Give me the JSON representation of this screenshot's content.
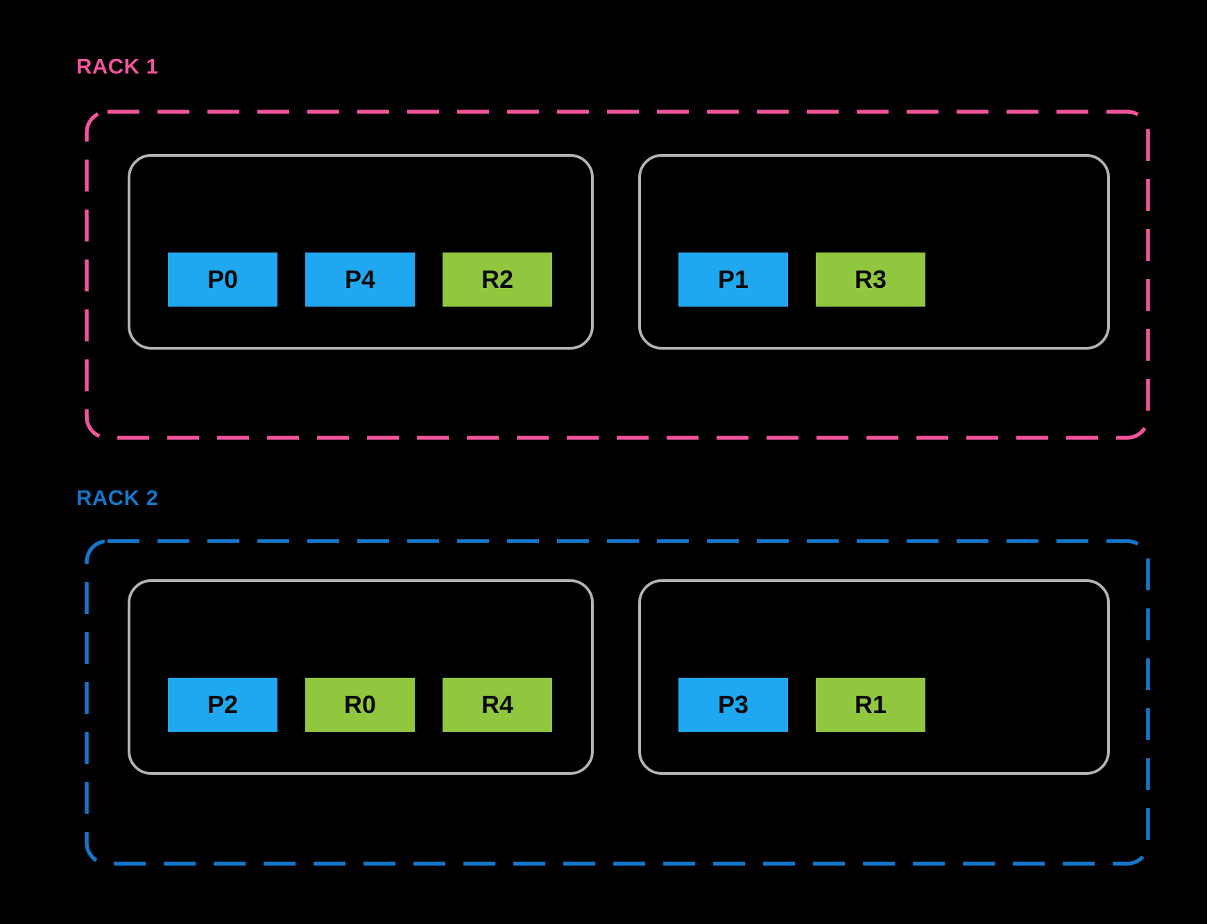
{
  "racks": [
    {
      "label": "RACK 1",
      "accent_color": "#F2549C",
      "hosts": [
        {
          "slots": [
            {
              "label": "P0",
              "kind": "primary"
            },
            {
              "label": "P4",
              "kind": "primary"
            },
            {
              "label": "R2",
              "kind": "replica"
            }
          ]
        },
        {
          "slots": [
            {
              "label": "P1",
              "kind": "primary"
            },
            {
              "label": "R3",
              "kind": "replica"
            }
          ]
        }
      ]
    },
    {
      "label": "RACK 2",
      "accent_color": "#1377CB",
      "hosts": [
        {
          "slots": [
            {
              "label": "P2",
              "kind": "primary"
            },
            {
              "label": "R0",
              "kind": "replica"
            },
            {
              "label": "R4",
              "kind": "replica"
            }
          ]
        },
        {
          "slots": [
            {
              "label": "P3",
              "kind": "primary"
            },
            {
              "label": "R1",
              "kind": "replica"
            }
          ]
        }
      ]
    }
  ],
  "colors": {
    "background": "#000000",
    "primary_slot": "#1FA8F0",
    "replica_slot": "#90C73E",
    "rack1_accent": "#F2549C",
    "rack2_accent": "#1377CB",
    "host_border": "#B3B3B3",
    "slot_text": "#0B0B0B"
  }
}
